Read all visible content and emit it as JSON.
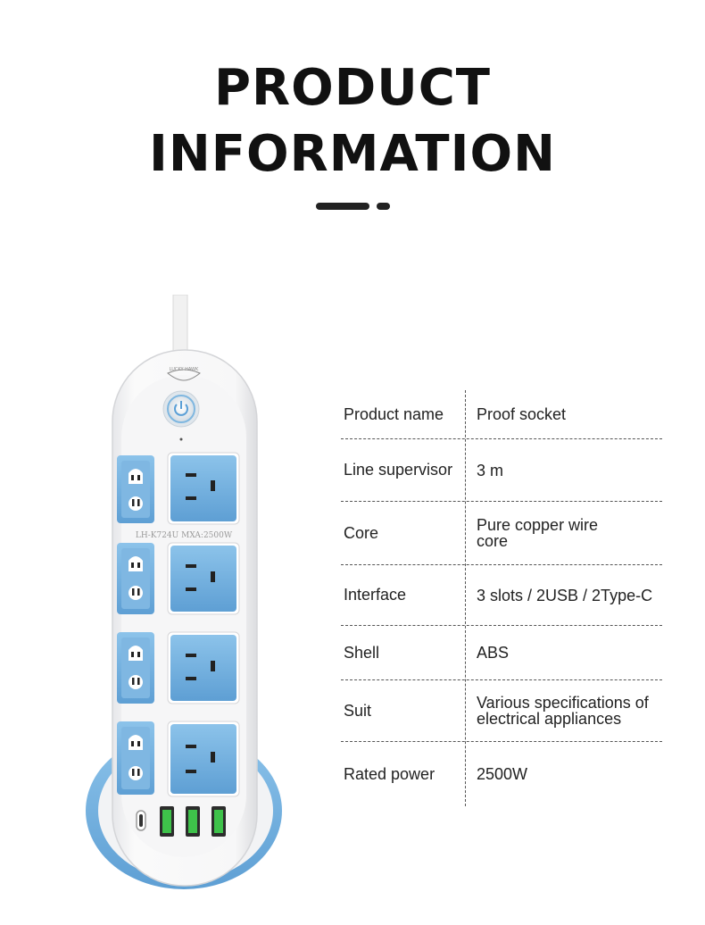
{
  "header": {
    "title_line1": "PRODUCT",
    "title_line2": "INFORMATION"
  },
  "product": {
    "brand": "LUCKY HAWK",
    "model_text": "LH-K724U MXA:2500W",
    "colors": {
      "body": "#f4f4f6",
      "accent": "#7db9e4",
      "usb_green": "#3ec24a"
    }
  },
  "specs": [
    {
      "label": "Product name",
      "value": "Proof socket"
    },
    {
      "label": "Line supervisor",
      "value": "3 m"
    },
    {
      "label": "Core",
      "value": "Pure copper wire core"
    },
    {
      "label": "Interface",
      "value": "3 slots / 2USB / 2Type-C"
    },
    {
      "label": "Shell",
      "value": "ABS"
    },
    {
      "label": "Suit",
      "value": "Various specifications of electrical appliances"
    },
    {
      "label": "Rated power",
      "value": "2500W"
    }
  ]
}
